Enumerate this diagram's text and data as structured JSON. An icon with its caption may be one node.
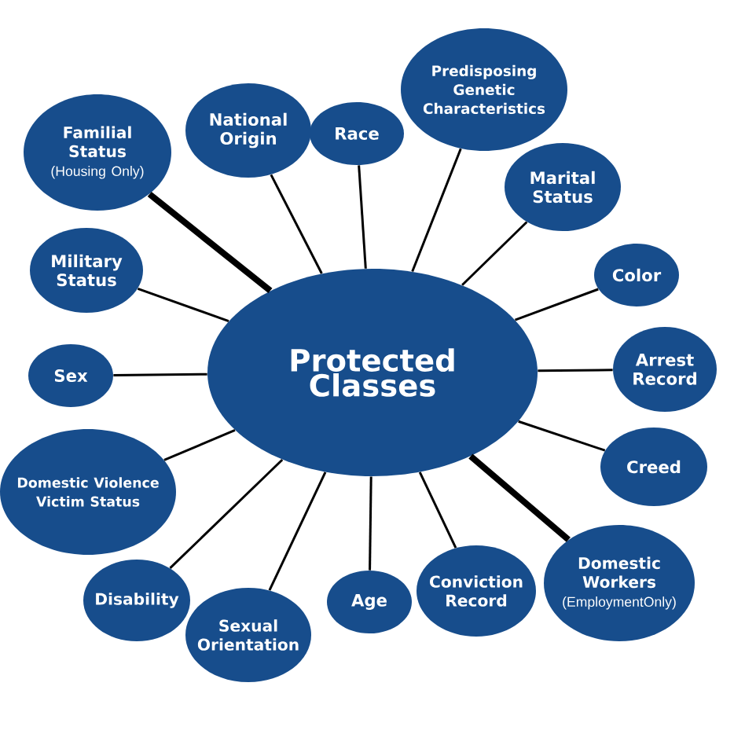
{
  "diagram": {
    "nodes": [
      {
        "text": [
          "Protected Classes"
        ]
      },
      {
        "text": [
          "Familial Status",
          "(Housing Only)"
        ]
      },
      {
        "text": [
          "National Origin"
        ]
      },
      {
        "text": [
          "Race"
        ]
      },
      {
        "text": [
          "Predisposing Genetic Characteristics"
        ]
      },
      {
        "text": [
          "Marital Status"
        ]
      },
      {
        "text": [
          "Color"
        ]
      },
      {
        "text": [
          "Arrest Record"
        ]
      },
      {
        "text": [
          "Creed"
        ]
      },
      {
        "text": [
          "Domestic Workers",
          "(EmploymentOnly)"
        ]
      },
      {
        "text": [
          "Conviction Record"
        ]
      },
      {
        "text": [
          "Age"
        ]
      },
      {
        "text": [
          "Sexual Orientation"
        ]
      },
      {
        "text": [
          "Disability"
        ]
      },
      {
        "text": [
          "Domestic Violence Victim Status"
        ]
      },
      {
        "text": [
          "Sex"
        ]
      },
      {
        "text": [
          "Military Status"
        ]
      }
    ],
    "edges": [
      {
        "from": 0,
        "to": 1,
        "arrow": "none",
        "style": "thick"
      },
      {
        "from": 0,
        "to": 2,
        "arrow": "none"
      },
      {
        "from": 0,
        "to": 3,
        "arrow": "none"
      },
      {
        "from": 0,
        "to": 4,
        "arrow": "none"
      },
      {
        "from": 0,
        "to": 5,
        "arrow": "none"
      },
      {
        "from": 0,
        "to": 6,
        "arrow": "none"
      },
      {
        "from": 0,
        "to": 7,
        "arrow": "none"
      },
      {
        "from": 0,
        "to": 8,
        "arrow": "none"
      },
      {
        "from": 0,
        "to": 9,
        "arrow": "none",
        "style": "thick"
      },
      {
        "from": 0,
        "to": 10,
        "arrow": "none"
      },
      {
        "from": 0,
        "to": 11,
        "arrow": "none"
      },
      {
        "from": 0,
        "to": 12,
        "arrow": "none"
      },
      {
        "from": 0,
        "to": 13,
        "arrow": "none"
      },
      {
        "from": 0,
        "to": 14,
        "arrow": "none"
      },
      {
        "from": 0,
        "to": 15,
        "arrow": "none"
      },
      {
        "from": 0,
        "to": 16,
        "arrow": "none"
      }
    ]
  }
}
